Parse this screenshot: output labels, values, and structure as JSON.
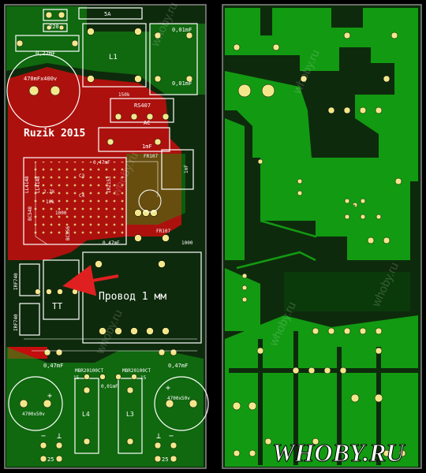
{
  "left_board": {
    "signature": "Ruzik 2015",
    "annotation": "Провод 1 мм",
    "labels": {
      "c_top_220": "220",
      "c_top_022": "0,22mF",
      "fuse": "5A",
      "c_top_001": "0,01mF",
      "l_top": "L1",
      "c_top_001b": "0,01mF",
      "c_big_top": "470mFx400v",
      "bridge": "RS407",
      "bridge_ac": "AC",
      "r150k": "150k",
      "c_1mf": "1mF",
      "ll4148": "LL4148",
      "ll4148b": "LL4148",
      "bc548": "BC548",
      "bc556": "BC556",
      "r22k": "2.2k",
      "r1000": "1000",
      "c047": "0,47mF",
      "fr107": "FR107",
      "fr107b": "FR107",
      "r1000b": "1000",
      "c047b": "0,47mF",
      "c3": "C3",
      "c4": "C4",
      "mf_side": "1mF",
      "r10k": "10k",
      "ir2153": "IR2153",
      "irf740a": "IRF740",
      "irf740b": "IRF740",
      "tt": "TT",
      "c047c": "0,47mF",
      "c047d": "0,47mF",
      "mbr_left": "MBR20100CT",
      "mbr_right": "MBR20100CT",
      "r15a": "15",
      "r15b": "15",
      "c001c": "0,01mF",
      "c_bot_left": "4700x50v",
      "c_bot_right": "4700x50v",
      "l4": "L4",
      "l3": "L3",
      "bot_25a": "25",
      "bot_25b": "25",
      "plus": "+",
      "minus": "−",
      "gnd": "⊥"
    }
  },
  "right_board": {},
  "watermark": {
    "site": "WHOBY.RU",
    "repeat_text": "whoby.ru"
  },
  "colors": {
    "background": "#000000",
    "board_dark": "#0e2a0c",
    "copper_green": "#129a12",
    "copper_red": "#c40e0e",
    "outline": "#8a8a8a",
    "pad_yellow": "#f3e78c",
    "silk_white": "#ffffff",
    "arrow_red": "#e02020",
    "watermark": "#ffffff"
  }
}
